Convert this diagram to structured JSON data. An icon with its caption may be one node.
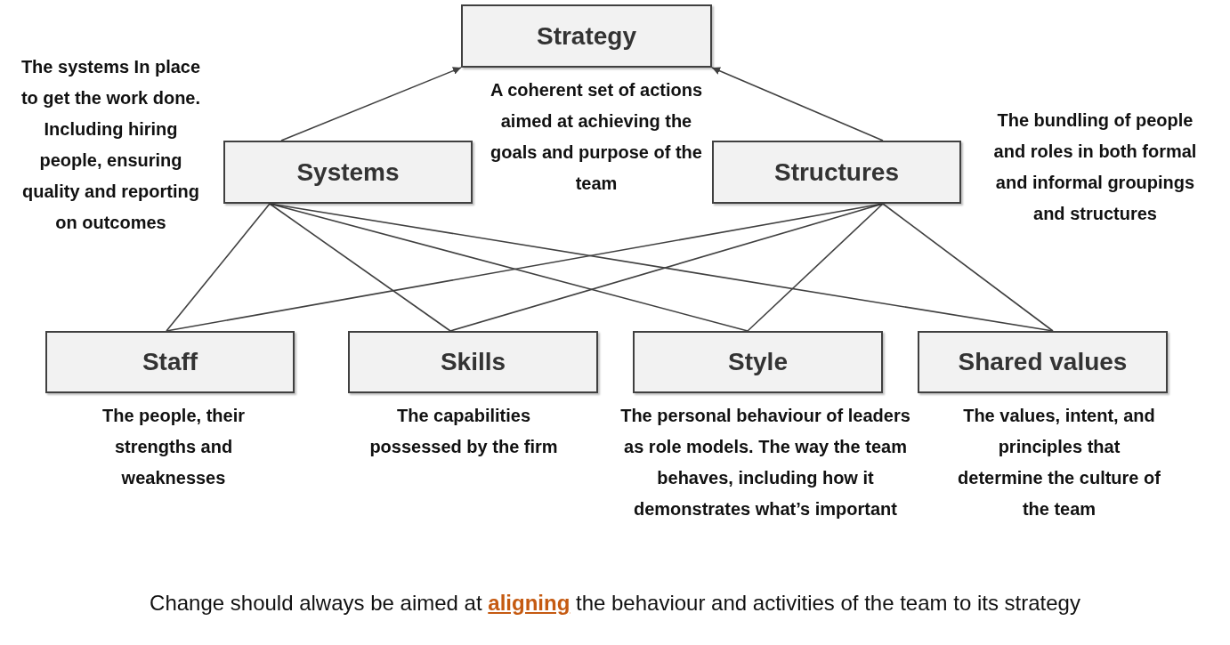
{
  "diagram": {
    "caption": "Change should always be aimed at **aligning** the behaviour and activities of the team to its strategy",
    "nodes": [
      {
        "text": [
          "Strategy"
        ]
      },
      {
        "text": [
          "Systems"
        ],
        "beside": [
          "The systems In place to get the work done. Including hiring people, ensuring quality and reporting on outcomes"
        ]
      },
      {
        "text": [
          "Structures"
        ],
        "beside": [
          "The bundling of people and roles in both formal and informal groupings and structures"
        ]
      },
      {
        "text": [
          "Staff"
        ],
        "beside": [
          "The people, their strengths and weaknesses"
        ]
      },
      {
        "text": [
          "Skills"
        ],
        "beside": [
          "The capabilities possessed by the firm"
        ]
      },
      {
        "text": [
          "Style"
        ],
        "beside": [
          "The personal behaviour of leaders as role models. The way the team behaves, including how it demonstrates what’s important"
        ]
      },
      {
        "text": [
          "Shared values"
        ],
        "beside": [
          "The values, intent, and principles that determine the culture of the team"
        ]
      }
    ],
    "edges": [
      {
        "from": 1,
        "to": 0,
        "arrow": "to"
      },
      {
        "from": 2,
        "to": 0,
        "arrow": "to"
      },
      {
        "from": 1,
        "to": 3,
        "arrow": "none"
      },
      {
        "from": 1,
        "to": 4,
        "arrow": "none"
      },
      {
        "from": 1,
        "to": 5,
        "arrow": "none"
      },
      {
        "from": 1,
        "to": 6,
        "arrow": "none"
      },
      {
        "from": 2,
        "to": 3,
        "arrow": "none"
      },
      {
        "from": 2,
        "to": 4,
        "arrow": "none"
      },
      {
        "from": 2,
        "to": 5,
        "arrow": "none"
      },
      {
        "from": 2,
        "to": 6,
        "arrow": "none"
      }
    ],
    "labels": [
      "A coherent set of actions aimed at achieving the goals and purpose of the team"
    ]
  }
}
